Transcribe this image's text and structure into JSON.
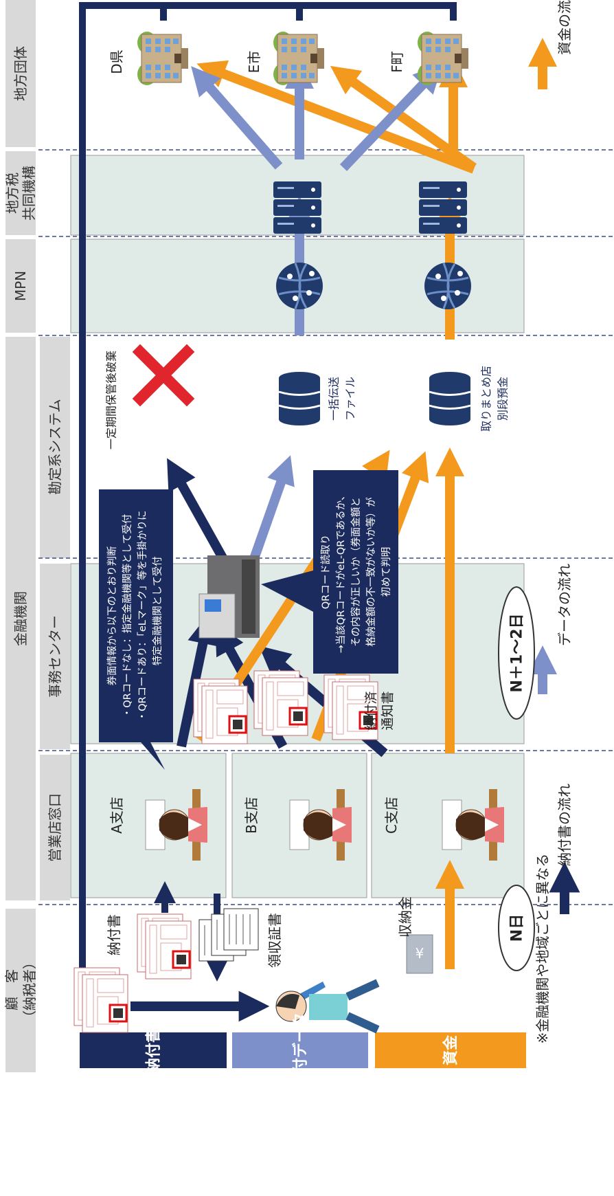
{
  "lanes": {
    "customer": "顧　客\n（納税者）",
    "branch": "営業店窓口",
    "center": "事務センター",
    "accounting": "勘定系システム",
    "financial_institution": "金融機関",
    "mpn": "MPN",
    "jointorg": "地方税\n共同機構",
    "localgov": "地方団体"
  },
  "bottom_tabs": {
    "slip": "納付書",
    "data": "納付データ",
    "funds": "資金"
  },
  "legend": {
    "slip_flow": "納付書の流れ",
    "data_flow": "データの流れ",
    "funds_flow": "資金の流"
  },
  "labels": {
    "slip": "納付書",
    "receipt": "領収証書",
    "payment_money": "収納金",
    "branch_a": "A支店",
    "branch_b": "B支店",
    "branch_c": "C支店",
    "n_day": "N日",
    "n_plus": "N＋1〜2日",
    "notice_done": "納付済\n通知書",
    "batch_file": "一括伝送\nファイル",
    "deposit": "取りまとめ店\n別段預金",
    "discard": "一定期間保管後破棄",
    "gov_d": "D県",
    "gov_e": "E市",
    "gov_f": "F町",
    "note": "※金融機関や地域ごとに異なる"
  },
  "callouts": {
    "left": "券面情報から以下のとおり判断\n・QRコードなし：指定金融機関等として受付\n・QRコードあり：「eLマーク」等を手掛かりに\n　特定金融機関として受付",
    "right": "QRコード読取り\n→当該QRコードがeL-QRであるか、\nその内容が正しいか（券面金額と\n格納金額の不一致がないか等）が\n初めて判明"
  },
  "colors": {
    "slip": "#1c2b5e",
    "data": "#7d90c9",
    "funds": "#f39a1e",
    "lane_header": "#d9d9d9",
    "lane_bg": "#e0ebe7"
  }
}
